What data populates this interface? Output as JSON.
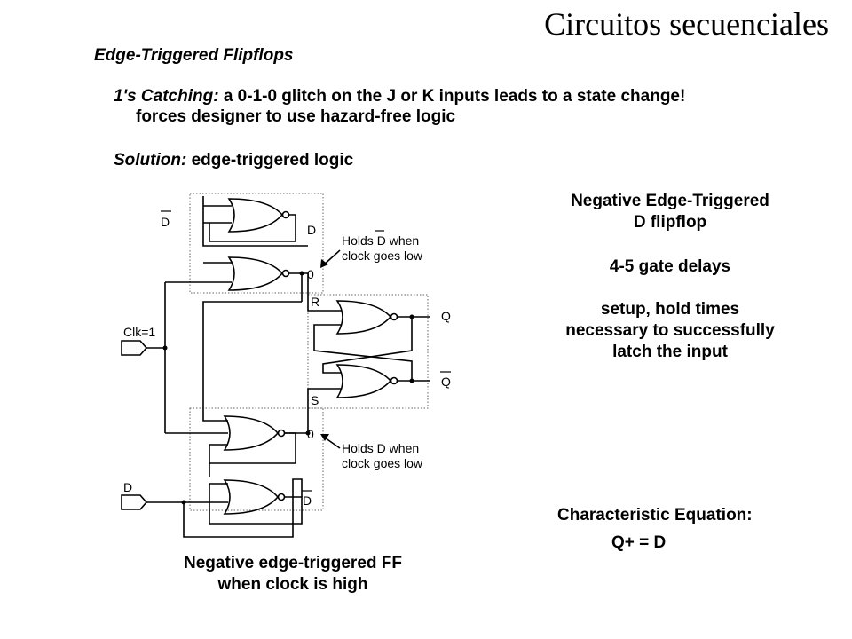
{
  "slide": {
    "title": "Circuitos secuenciales",
    "heading": "Edge-Triggered Flipflops",
    "catching_term": "1's Catching:",
    "catching_text": " a 0-1-0 glitch on the J or K inputs leads to a state change!",
    "catching_line2": "forces designer to use hazard-free logic",
    "solution_term": "Solution:",
    "solution_text": " edge-triggered logic"
  },
  "right_panel": {
    "ff_title_1": "Negative Edge-Triggered",
    "ff_title_2": "D flipflop",
    "gate_delays": "4-5 gate delays",
    "setup_1": "setup, hold times",
    "setup_2": "necessary to successfully",
    "setup_3": "latch the input",
    "char_eq_label": "Characteristic Equation:",
    "char_eq": "Q+ = D"
  },
  "caption": {
    "line1": "Negative edge-triggered FF",
    "line2": "when clock is high"
  },
  "circuit": {
    "in_dbar": "D",
    "top_out_d": "D",
    "top_zero": "0",
    "holds_dbar_1a": "Holds ",
    "holds_dbar_1b": "D",
    "holds_dbar_1c": " when",
    "holds_dbar_2": "clock goes low",
    "r_label": "R",
    "s_label": "S",
    "q_label": "Q",
    "qbar_label": "Q",
    "clk_label": "Clk=1",
    "bot_zero": "0",
    "holds_d_1": "Holds D when",
    "holds_d_2": "clock goes low",
    "d_input": "D",
    "bot_out_dbar": "D"
  }
}
